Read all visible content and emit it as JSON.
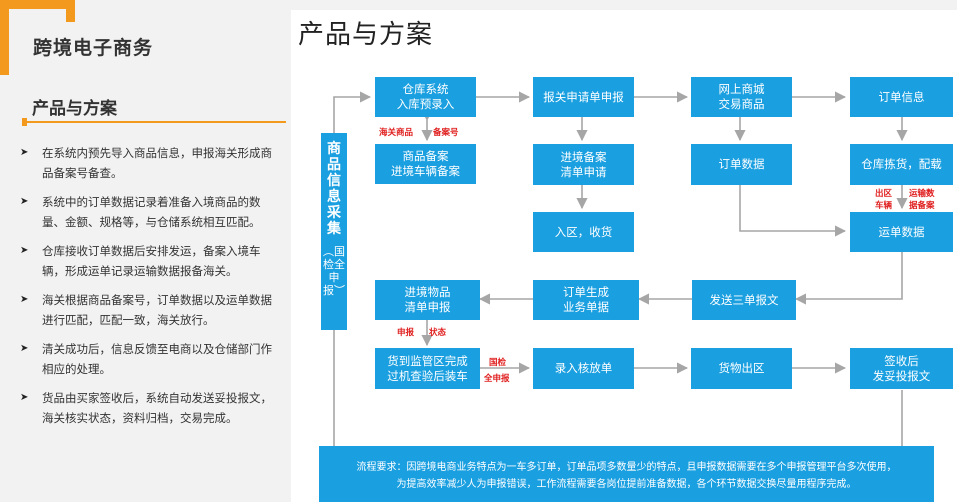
{
  "sidebar": {
    "title": "跨境电子商务",
    "section_title": "产品与方案",
    "bullets": [
      "在系统内预先导入商品信息，申报海关形成商品备案号备查。",
      "系统中的订单数据记录着准备入境商品的数量、金额、规格等，与仓储系统相互匹配。",
      "仓库接收订单数据后安排发运，备案入境车辆，形成运单记录运输数据报备海关。",
      "海关根据商品备案号，订单数据以及运单数据进行匹配，匹配一致，海关放行。",
      "清关成功后，信息反馈至电商以及仓储部门作相应的处理。",
      "货品由买家签收后，系统自动发送妥投报文，海关核实状态，资料归档，交易完成。"
    ]
  },
  "main": {
    "title": "产品与方案",
    "vertical_box": {
      "main": "商品信息采集",
      "sub": "︵国检全申报︶"
    },
    "boxes": {
      "warehouse_system": "仓库系统\n入库预录入",
      "product_record": "商品备案\n进境车辆备案",
      "customs_apply": "报关申请单申报",
      "entry_record": "进境备案\n清单申请",
      "enter_zone": "入区，收货",
      "online_mall": "网上商城\n交易商品",
      "order_data": "订单数据",
      "order_info": "订单信息",
      "picking": "仓库拣货，配载",
      "waybill": "运单数据",
      "entry_goods": "进境物品\n清单申报",
      "order_gen": "订单生成\n业务单据",
      "send_three": "发送三单报文",
      "arrive_zone": "货到监管区完成\n过机查验后装车",
      "release_order": "录入核放单",
      "goods_out": "货物出区",
      "signed": "签收后\n发妥投报文"
    },
    "labels": {
      "customs_product": "海关商品",
      "record_no": "备案号",
      "exit_vehicle_1": "出区",
      "exit_vehicle_2": "车辆",
      "transport_1": "运输数",
      "transport_2": "据备案",
      "declare": "申报",
      "status": "状态",
      "ciq_1": "国检",
      "ciq_2": "全申报"
    },
    "footer_lines": [
      "流程要求：因跨境电商业务特点为一车多订单，订单品项多数量少的特点，且申报数据需要在多个申报管理平台多次使用，",
      "为提高效率减少人为申报错误，工作流程需要各岗位提前准备数据，各个环节数据交换尽量用程序完成。"
    ]
  },
  "colors": {
    "accent_orange": "#f39a1e",
    "box_blue": "#1a9fe0",
    "label_red": "#e02020",
    "line_gray": "#a6a6a6"
  }
}
